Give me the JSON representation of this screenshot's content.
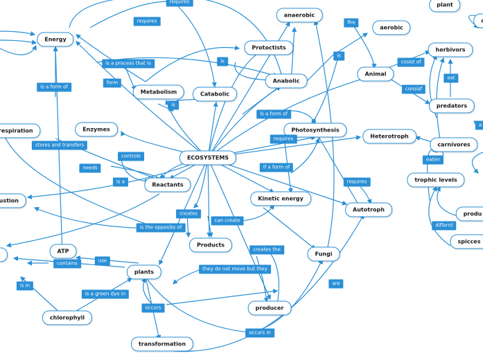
{
  "center": "ECOSYSTEMS",
  "nodes": {
    "energy": "Energy",
    "anaerobic": "anaerobic",
    "aerobic": "aerobic",
    "plant": "plant",
    "protoctists": "Protoctists",
    "anabolic": "Anabolic",
    "animal": "Animal",
    "herbivors": "herbivors",
    "metabolism": "Metabolism",
    "catabolic": "Catabolic",
    "predators": "predators",
    "respiration": "l respiration",
    "enzymes": "Enzymes",
    "photosynthesis": "Photosynthesis",
    "heterotroph": "Heterotroph",
    "carnivores": "carnivores",
    "ecosystems": "ECOSYSTEMS",
    "reactants": "Reactants",
    "trophic_levels": "trophic levels",
    "combustion": "bustion",
    "kinetic_energy": "Kinetic energy",
    "autotroph": "Autotroph",
    "producers": "produ",
    "species": "spicces",
    "products": "Products",
    "atp": "ATP",
    "fungi": "Fungi",
    "plants": "plants",
    "producer": "producer",
    "chlorophyll": "chlorophyll",
    "transformation": "transformation",
    "top_right": "o"
  },
  "labels": {
    "requires_top": "requires",
    "requires_1": "requires",
    "fire": "fire",
    "is_a_process_that_is": "is a process that is",
    "is_1": "is",
    "is_2": "is",
    "cosist_of": "cosist of",
    "consist_of": "consisf",
    "eat": "eat",
    "is_a_form_of_1": "is a form of",
    "form": "form",
    "is_3": "is",
    "is_a_form_of_2": "is a form of",
    "requires_2": "requires",
    "stores_and_transfers": "stores and transfers",
    "controls": "controls",
    "needs": "needs",
    "is_a": "is a",
    "if_a_form_of": "if a form of",
    "requires_3": "requires",
    "eaten": "eaten",
    "creates_1": "creates",
    "can_create": "can create",
    "is_the_opposite_of": "is the opposite of",
    "creates_the": "creates the",
    "use": "use",
    "contains": "contains",
    "they_do_not_move_but_they": "they do not move but they",
    "is_in": "is in",
    "is_a_green_dye_in": "is a green dye in",
    "occurs_1": "occurs",
    "are": "are",
    "differnt": "differnt",
    "occurs_in": "occurs in",
    "partial_right": "a"
  },
  "colors": {
    "accent": "#2a8fd6",
    "node_text": "#1a1a1a",
    "label_text": "#ffffff"
  }
}
